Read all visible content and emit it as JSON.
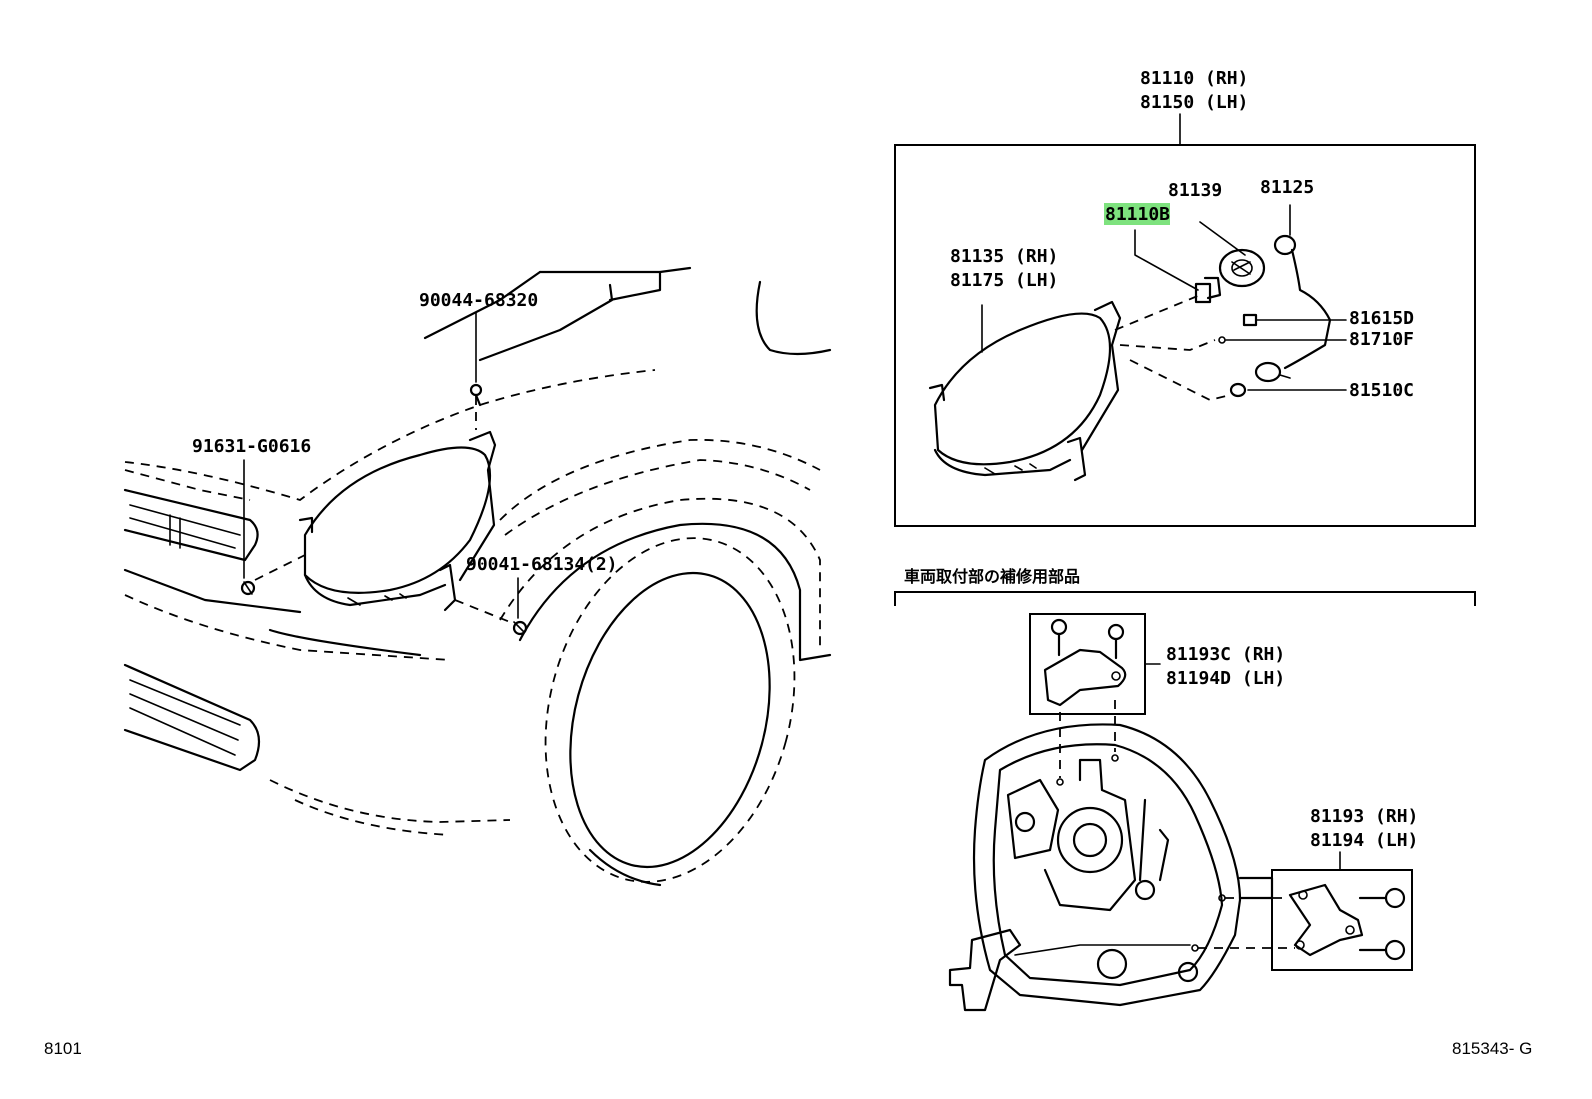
{
  "labels": {
    "assembly_rh": "81110 (RH)",
    "assembly_lh": "81150 (LH)",
    "bulb_81139": "81139",
    "part_81125": "81125",
    "part_81110b": "81110B",
    "unit_rh": "81135 (RH)",
    "unit_lh": "81175 (LH)",
    "part_81615d": "81615D",
    "part_81710f": "81710F",
    "part_81510c": "81510C",
    "screw_90044": "90044-68320",
    "bolt_91631": "91631-G0616",
    "screw_90041": "90041-68134",
    "screw_90041_qty": "(2)",
    "repair_section_title": "車両取付部の補修用部品",
    "bracket_c_rh": "81193C (RH)",
    "bracket_d_lh": "81194D (LH)",
    "bracket_rh": "81193 (RH)",
    "bracket_lh": "81194 (LH)",
    "page_left": "8101",
    "page_right": "815343- G"
  },
  "colors": {
    "highlight": "#7ee27e",
    "ink": "#000000",
    "background": "#ffffff"
  }
}
